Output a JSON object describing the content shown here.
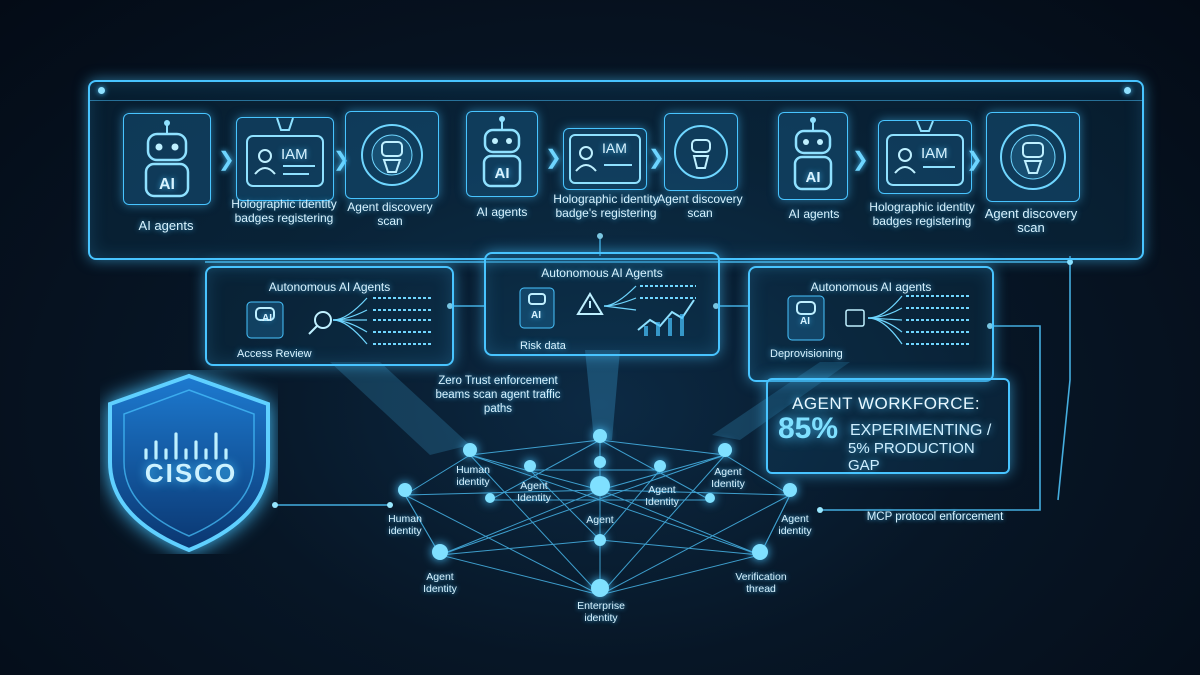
{
  "top_row": [
    {
      "ai_label": "AI",
      "badge_label": "IAM",
      "caption_agents": "AI agents",
      "caption_badge": "Holographic identity badges registering",
      "caption_scan": "Agent discovery scan"
    },
    {
      "ai_label": "AI",
      "badge_label": "IAM",
      "caption_agents": "AI agents",
      "caption_badge": "Holographic identity badge's registering",
      "caption_scan": "Agent discovery scan"
    },
    {
      "ai_label": "AI",
      "badge_label": "IAM",
      "caption_agents": "AI agents",
      "caption_badge": "Holographic identity badges registering",
      "caption_scan": "Agent discovery scan"
    }
  ],
  "mid_panels": [
    {
      "title": "Autonomous AI Agents",
      "ai_label": "AI",
      "caption": "Access Review"
    },
    {
      "title": "Autonomous AI Agents",
      "ai_label": "AI",
      "caption": "Risk data"
    },
    {
      "title": "Autonomous AI agents",
      "ai_label": "AI",
      "caption": "Deprovisioning"
    }
  ],
  "stat": {
    "title": "AGENT WORKFORCE:",
    "percent": "85%",
    "line1": "EXPERIMENTING /",
    "line2": "5% PRODUCTION GAP"
  },
  "shield": {
    "brand": "CISCO"
  },
  "notes": {
    "zero_trust": "Zero Trust enforcement beams scan agent traffic paths",
    "mcp": "MCP protocol enforcement"
  },
  "nodes": {
    "human_identity_top": "Human identity",
    "agent_identity_1": "Agent Identity",
    "agent_center": "Agent",
    "agent_identity_2": "Agent Identity",
    "agent_identity_right_top": "Agent Identity",
    "human_identity_left": "Human identity",
    "agent_identity_right": "Agent identity",
    "agent_identity_bottom_left": "Agent Identity",
    "verification_thread": "Verification thread",
    "enterprise_identity": "Enterprise identity"
  },
  "colors": {
    "accent": "#48c4ff",
    "glow": "#7fe0ff",
    "background": "#040b16"
  }
}
